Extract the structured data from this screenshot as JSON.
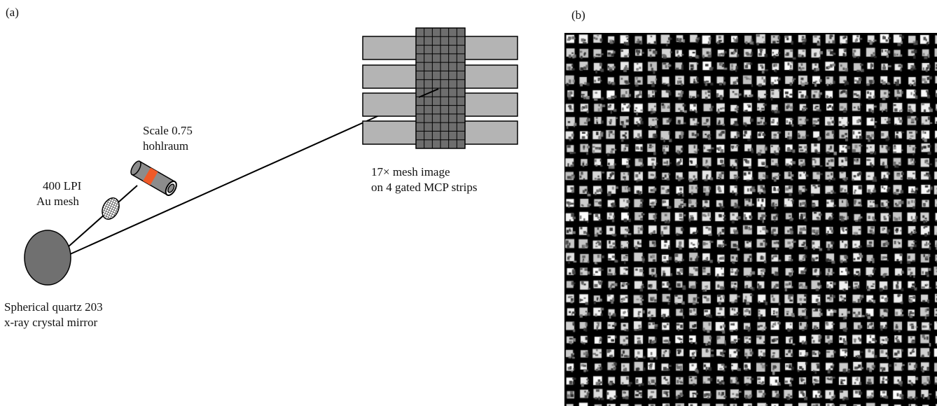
{
  "panels": {
    "a_label": "(a)",
    "b_label": "(b)"
  },
  "labels": {
    "hohlraum": [
      "Scale 0.75",
      "hohlraum"
    ],
    "mesh": [
      "400 LPI",
      "Au mesh"
    ],
    "detector": [
      "17× mesh image",
      "on 4 gated MCP strips"
    ],
    "crystal": [
      "Spherical quartz 203",
      "x-ray crystal mirror"
    ]
  },
  "colors": {
    "crystal_fill": "#707070",
    "strip_fill": "#b4b4b4",
    "grid_fill": "#6e6e6e",
    "hohlraum_band": "#f05a28",
    "hohlraum_body": "#8c8c8c"
  },
  "detector": {
    "strip_count": 4
  }
}
